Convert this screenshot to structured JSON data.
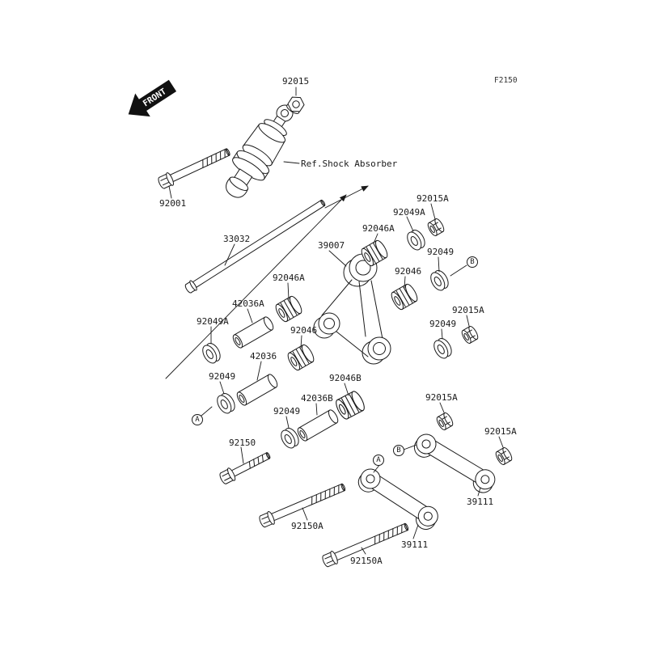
{
  "diagram": {
    "code": "F2150",
    "front_label": "FRONT",
    "reference_note": "Ref.Shock Absorber",
    "callouts": [
      {
        "part": "92015"
      },
      {
        "part": "92001"
      },
      {
        "part": "33032"
      },
      {
        "part": "39007"
      },
      {
        "part": "92046A"
      },
      {
        "part": "92049A"
      },
      {
        "part": "92015A"
      },
      {
        "part": "92046"
      },
      {
        "part": "92049"
      },
      {
        "part": "92046A"
      },
      {
        "part": "42036A"
      },
      {
        "part": "92049A"
      },
      {
        "part": "92046"
      },
      {
        "part": "42036"
      },
      {
        "part": "92049"
      },
      {
        "part": "92049"
      },
      {
        "part": "92015A"
      },
      {
        "part": "92046B"
      },
      {
        "part": "42036B"
      },
      {
        "part": "92049"
      },
      {
        "part": "92015A"
      },
      {
        "part": "92015A"
      },
      {
        "part": "92150"
      },
      {
        "part": "92150A"
      },
      {
        "part": "39111"
      },
      {
        "part": "39111"
      },
      {
        "part": "92150A"
      }
    ],
    "ref_markers": [
      {
        "letter": "B"
      },
      {
        "letter": "A"
      },
      {
        "letter": "A"
      },
      {
        "letter": "B"
      }
    ]
  }
}
